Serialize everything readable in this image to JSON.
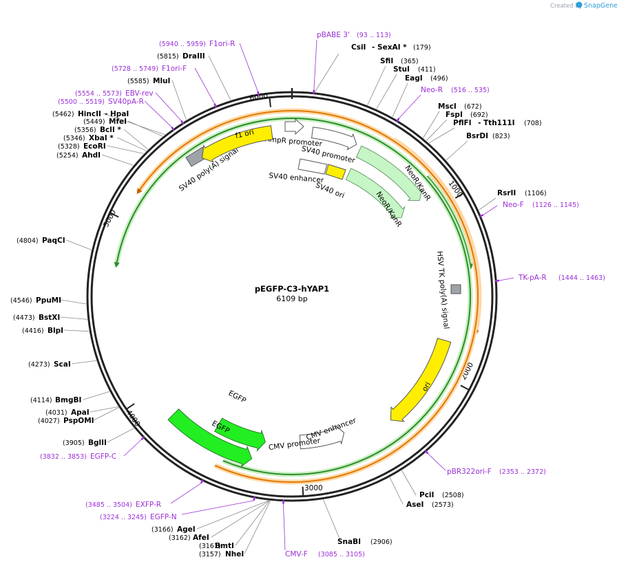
{
  "credit": {
    "prefix": "Created by",
    "brand": "SnapGene"
  },
  "plasmid": {
    "name": "pEGFP-C3-hYAP1",
    "size_label": "6109 bp",
    "length": 6109
  },
  "ticks": [
    "1000",
    "2000",
    "3000",
    "4000",
    "5000",
    "6000"
  ],
  "enzymes": [
    {
      "name": "CsiI",
      "pos": "",
      "site": 108
    },
    {
      "name": "- SexAI *",
      "pos": "(179)",
      "site": 179
    },
    {
      "name": "SfiI",
      "pos": "(365)",
      "site": 365
    },
    {
      "name": "StuI",
      "pos": "(411)",
      "site": 411
    },
    {
      "name": "EagI",
      "pos": "(496)",
      "site": 496
    },
    {
      "name": "MscI",
      "pos": "(672)",
      "site": 672
    },
    {
      "name": "FspI",
      "pos": "(692)",
      "site": 692
    },
    {
      "name": "PflFI",
      "pos": "",
      "site": 708
    },
    {
      "name": "- Tth111I",
      "pos": "(708)",
      "site": 708
    },
    {
      "name": "BsrDI",
      "pos": "(823)",
      "site": 823
    },
    {
      "name": "RsrII",
      "pos": "(1106)",
      "site": 1106
    },
    {
      "name": "PciI",
      "pos": "(2508)",
      "site": 2508
    },
    {
      "name": "AseI",
      "pos": "(2573)",
      "site": 2573
    },
    {
      "name": "SnaBI",
      "pos": "(2906)",
      "site": 2906
    },
    {
      "name": "NheI",
      "pos": "(3157)",
      "site": 3157
    },
    {
      "name": "BmtI",
      "pos": "(3161)",
      "site": 3161
    },
    {
      "name": "AfeI",
      "pos": "(3162)",
      "site": 3162
    },
    {
      "name": "AgeI",
      "pos": "(3166)",
      "site": 3166
    },
    {
      "name": "BglII",
      "pos": "(3905)",
      "site": 3905
    },
    {
      "name": "PspOMI",
      "pos": "(4027)",
      "site": 4027
    },
    {
      "name": "ApaI",
      "pos": "(4031)",
      "site": 4031
    },
    {
      "name": "BmgBI",
      "pos": "(4114)",
      "site": 4114
    },
    {
      "name": "ScaI",
      "pos": "(4273)",
      "site": 4273
    },
    {
      "name": "BlpI",
      "pos": "(4416)",
      "site": 4416
    },
    {
      "name": "BstXI",
      "pos": "(4473)",
      "site": 4473
    },
    {
      "name": "PpuMI",
      "pos": "(4546)",
      "site": 4546
    },
    {
      "name": "PaqCI",
      "pos": "(4804)",
      "site": 4804
    },
    {
      "name": "AhdI",
      "pos": "(5254)",
      "site": 5254
    },
    {
      "name": "EcoRI",
      "pos": "(5328)",
      "site": 5328
    },
    {
      "name": "XbaI *",
      "pos": "(5346)",
      "site": 5346
    },
    {
      "name": "BclI *",
      "pos": "(5356)",
      "site": 5356
    },
    {
      "name": "MfeI",
      "pos": "(5449)",
      "site": 5449
    },
    {
      "name": "HincII",
      "pos": "(5462)",
      "site": 5462
    },
    {
      "name": "- HpaI",
      "pos": "",
      "site": 5462
    },
    {
      "name": "MluI",
      "pos": "(5585)",
      "site": 5585
    },
    {
      "name": "DraIII",
      "pos": "(5815)",
      "site": 5815
    }
  ],
  "primers": [
    {
      "name": "pBABE 3'",
      "range": "(93 .. 113)",
      "site": 103
    },
    {
      "name": "Neo-R",
      "range": "(516 .. 535)",
      "site": 525
    },
    {
      "name": "Neo-F",
      "range": "(1126 .. 1145)",
      "site": 1135
    },
    {
      "name": "TK-pA-R",
      "range": "(1444 .. 1463)",
      "site": 1453
    },
    {
      "name": "pBR322ori-F",
      "range": "(2353 .. 2372)",
      "site": 2362
    },
    {
      "name": "CMV-F",
      "range": "(3085 .. 3105)",
      "site": 3095
    },
    {
      "name": "EGFP-N",
      "range": "(3224 .. 3245)",
      "site": 3234
    },
    {
      "name": "EXFP-R",
      "range": "(3485 .. 3504)",
      "site": 3494
    },
    {
      "name": "EGFP-C",
      "range": "(3832 .. 3853)",
      "site": 3842
    },
    {
      "name": "SV40pA-R",
      "range": "(5500 .. 5519)",
      "site": 5509
    },
    {
      "name": "EBV-rev",
      "range": "(5554 .. 5573)",
      "site": 5563
    },
    {
      "name": "F1ori-F",
      "range": "(5728 .. 5749)",
      "site": 5738
    },
    {
      "name": "F1ori-R",
      "range": "(5940 .. 5959)",
      "site": 5949
    }
  ],
  "features": [
    {
      "name": "AmpR promoter",
      "color": "#ffffff"
    },
    {
      "name": "SV40 promoter",
      "color": "#ffffff"
    },
    {
      "name": "SV40 enhancer",
      "color": "#ffffff"
    },
    {
      "name": "SV40 ori",
      "color": "#ffee00"
    },
    {
      "name": "NeoR/KanR",
      "color": "#c6f5c6"
    },
    {
      "name": "NeoR/KanR",
      "color": "#c6f5c6"
    },
    {
      "name": "HSV TK poly(A) signal",
      "color": "#9ea3a8"
    },
    {
      "name": "ori",
      "color": "#ffee00"
    },
    {
      "name": "CMV enhancer",
      "color": "#ffffff"
    },
    {
      "name": "CMV promoter",
      "color": "#ffffff"
    },
    {
      "name": "EGFP",
      "color": "#22ee22"
    },
    {
      "name": "EGFP",
      "color": "#22ee22"
    },
    {
      "name": "SV40 poly(A) signal",
      "color": "#9ea3a8"
    },
    {
      "name": "f1 ori",
      "color": "#ffee00"
    }
  ],
  "orfs": [
    {
      "color": "#e07800",
      "halo": "#ffd9a8"
    },
    {
      "color": "#2e8b2e",
      "halo": "#c9f0c0"
    }
  ]
}
